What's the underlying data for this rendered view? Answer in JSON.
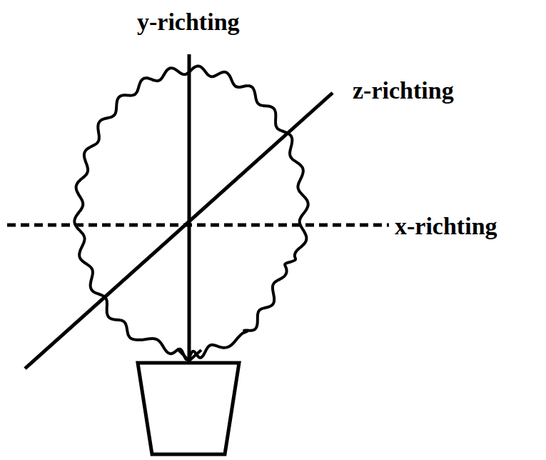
{
  "diagram": {
    "labels": [
      "y-richting",
      "z-richting",
      "x-richting"
    ]
  }
}
